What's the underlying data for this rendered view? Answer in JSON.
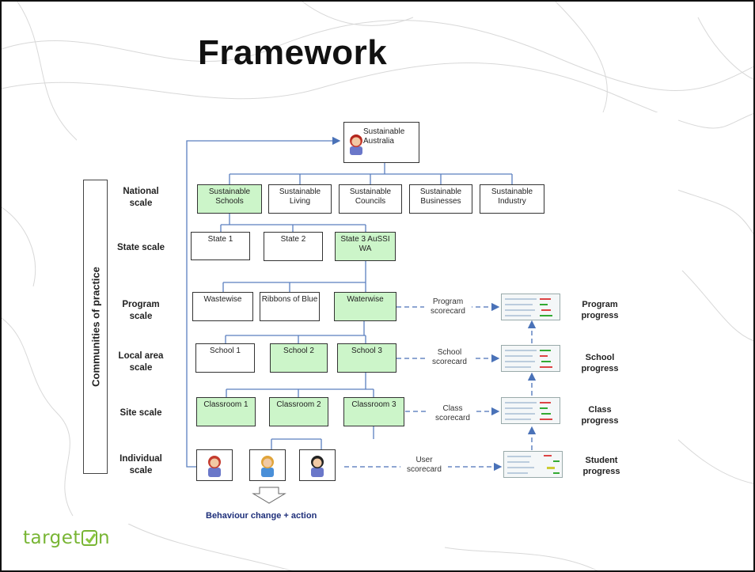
{
  "slide": {
    "title": "Framework",
    "footer_text": "Behaviour change + action",
    "logo": {
      "text_before": "target",
      "text_after": "n",
      "color": "#78b534",
      "mark": "checkbox-check-icon"
    }
  },
  "diagram": {
    "top_node": "Sustainable Australia",
    "side_label": "Communities of practice",
    "scales": {
      "national": "National scale",
      "state": "State scale",
      "program": "Program scale",
      "local": "Local area scale",
      "site": "Site scale",
      "individual": "Individual scale"
    },
    "national_nodes": [
      "Sustainable Schools",
      "Sustainable Living",
      "Sustainable Councils",
      "Sustainable Businesses",
      "Sustainable Industry"
    ],
    "state_nodes": [
      "State 1",
      "State 2",
      "State 3 AuSSI WA"
    ],
    "program_nodes": [
      "Wastewise",
      "Ribbons of Blue",
      "Waterwise"
    ],
    "school_nodes": [
      "School 1",
      "School 2",
      "School 3"
    ],
    "classroom_nodes": [
      "Classroom 1",
      "Classroom 2",
      "Classroom 3"
    ],
    "scorecards": {
      "program": "Program scorecard",
      "school": "School scorecard",
      "class": "Class scorecard",
      "user": "User scorecard"
    },
    "progress": {
      "program": "Program progress",
      "school": "School progress",
      "class": "Class progress",
      "student": "Student progress"
    },
    "highlight_color": "#ccf5c9",
    "arrow_color": "#4a72b8"
  }
}
